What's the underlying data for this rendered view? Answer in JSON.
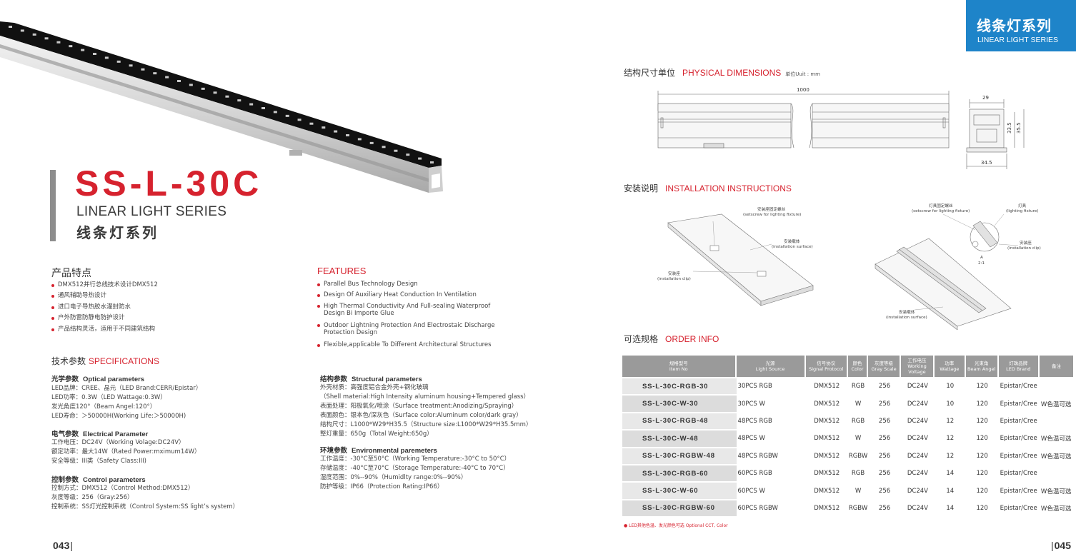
{
  "left_page": {
    "model": "SS-L-30C",
    "series_en": "LINEAR LIGHT SERIES",
    "series_cn": "线条灯系列",
    "features_cn": {
      "title": "产品特点",
      "items": [
        "DMX512并行总线技术设计DMX512",
        "通风辅助导热设计",
        "进口电子导热胶水灌封防水",
        "户外防雷防静电防护设计",
        "产品结构灵活，适用于不同建筑结构"
      ]
    },
    "features_en": {
      "title": "FEATURES",
      "items": [
        "Parallel Bus Technology Design",
        "Design Of Auxiliary Heat Conduction In Ventilation",
        "High Thermal Conductivity And Full-sealing Waterproof Design Bi Importe Glue",
        "Outdoor Lightning Protection And Electrostaic Discharge Protection Design",
        "Flexible,applicable To Different Architectural Structures"
      ]
    },
    "specs": {
      "title_cn": "技术参数",
      "title_en": "SPECIFICATIONS",
      "optical": {
        "title_cn": "光学参数",
        "title_en": "Optical parameters",
        "lines": [
          "LED品牌：CREE、晶元（LED Brand:CERR/Epistar）",
          "LED功率：0.3W（LED Wattage:0.3W）",
          "发光角度120°（Beam Angel:120°）",
          "LED寿命：＞50000H(Working Life:＞50000H)"
        ]
      },
      "electrical": {
        "title_cn": "电气参数",
        "title_en": "Electrical Parameter",
        "lines": [
          "工作电压：DC24V（Working Volage:DC24V）",
          "额定功率：最大14W（Rated Power:mximum14W）",
          "安全等级：III类（Safety Class:III)"
        ]
      },
      "control": {
        "title_cn": "控制参数",
        "title_en": "Control parameters",
        "lines": [
          "控制方式：DMX512（Control Method:DMX512）",
          "灰度等级：256（Gray:256）",
          "控制系统：SS灯光控制系统（Control System:SS light’s system）"
        ]
      },
      "structural": {
        "title_cn": "结构参数",
        "title_en": "Structural parameters",
        "lines": [
          "外壳材质：高强度铝合金外壳+钢化玻璃",
          "（Shell material:High Intensity aluminum housing+Tempered glass）",
          "表面处理：阳极氧化/喷涂（Surface treatment:Anodizing/Spraying）",
          "表面颜色：银本色/深灰色（Surface color:Aluminum color/dark gray）",
          "结构尺寸：L1000*W29*H35.5（Structure size:L1000*W29*H35.5mm）",
          "整灯重量：650g（Total Weight:650g）"
        ]
      },
      "environmental": {
        "title_cn": "环境参数",
        "title_en": "Environmental paremeters",
        "lines": [
          "工作温度：-30°C至50°C（Working Temperature:-30°C to 50°C）",
          "存储温度：-40°C至70°C（Storage Temperature:-40°C to 70°C）",
          "湿度范围：0%--90%（Humidlty range:0%--90%）",
          "防护等级：IP66（Protection Rating:IP66）"
        ]
      }
    },
    "page_number": "043"
  },
  "right_page": {
    "tag_cn": "线条灯系列",
    "tag_en": "LINEAR LIGHT SERIES",
    "dimensions": {
      "title_cn": "结构尺寸单位",
      "title_en": "PHYSICAL DIMENSIONS",
      "unit": "单位Uuit : mm",
      "length": "1000",
      "width": "29",
      "height_inner": "33.5",
      "height_outer": "35.5",
      "base_width": "34.5"
    },
    "installation": {
      "title_cn": "安装说明",
      "title_en": "INSTALLATION INSTRUCTIONS",
      "labels": {
        "setscrew_cn": "安装座固定螺丝",
        "setscrew_en": "(setscrew for lighting fixture)",
        "surface_cn": "安装载体",
        "surface_en": "(installation surface)",
        "clip_cn": "安装座",
        "clip_en": "(installation clip)",
        "screw2_cn": "灯具固定螺丝",
        "screw2_en": "(setscrew for lighting fixture)",
        "fixture_cn": "灯具",
        "fixture_en": "(lighting fixture)",
        "clip2_cn": "安装座",
        "clip2_en": "(installation clip)",
        "surface2_cn": "安装载体",
        "surface2_en": "(installation surface)",
        "detail_a": "A",
        "detail_scale": "2:1"
      }
    },
    "order": {
      "title_cn": "可选规格",
      "title_en": "ORDER INFO",
      "headers": [
        {
          "cn": "规格型号",
          "en": "Item No"
        },
        {
          "cn": "光源",
          "en": "Light Source"
        },
        {
          "cn": "信号协议",
          "en": "Signal Protocol"
        },
        {
          "cn": "颜色",
          "en": "Color"
        },
        {
          "cn": "灰度等级",
          "en": "Gray Scale"
        },
        {
          "cn": "工作电压",
          "en": "Working Voltage"
        },
        {
          "cn": "功率",
          "en": "Wattage"
        },
        {
          "cn": "光束角",
          "en": "Beam Angel"
        },
        {
          "cn": "灯珠品牌",
          "en": "LED Brand"
        },
        {
          "cn": "备注",
          "en": ""
        }
      ],
      "rows": [
        [
          "SS-L-30C-RGB-30",
          "30PCS RGB",
          "DMX512",
          "RGB",
          "256",
          "DC24V",
          "10",
          "120",
          "Epistar/Cree",
          ""
        ],
        [
          "SS-L-30C-W-30",
          "30PCS W",
          "DMX512",
          "W",
          "256",
          "DC24V",
          "10",
          "120",
          "Epistar/Cree",
          "W色温可选"
        ],
        [
          "SS-L-30C-RGB-48",
          "48PCS RGB",
          "DMX512",
          "RGB",
          "256",
          "DC24V",
          "12",
          "120",
          "Epistar/Cree",
          ""
        ],
        [
          "SS-L-30C-W-48",
          "48PCS W",
          "DMX512",
          "W",
          "256",
          "DC24V",
          "12",
          "120",
          "Epistar/Cree",
          "W色温可选"
        ],
        [
          "SS-L-30C-RGBW-48",
          "48PCS RGBW",
          "DMX512",
          "RGBW",
          "256",
          "DC24V",
          "12",
          "120",
          "Epistar/Cree",
          "W色温可选"
        ],
        [
          "SS-L-30C-RGB-60",
          "60PCS RGB",
          "DMX512",
          "RGB",
          "256",
          "DC24V",
          "14",
          "120",
          "Epistar/Cree",
          ""
        ],
        [
          "SS-L-30C-W-60",
          "60PCS W",
          "DMX512",
          "W",
          "256",
          "DC24V",
          "14",
          "120",
          "Epistar/Cree",
          "W色温可选"
        ],
        [
          "SS-L-30C-RGBW-60",
          "60PCS RGBW",
          "DMX512",
          "RGBW",
          "256",
          "DC24V",
          "14",
          "120",
          "Epistar/Cree",
          "W色温可选"
        ]
      ],
      "note": "LED其他色温、发光颜色可选 Optional CCT, Color"
    },
    "page_number": "045"
  }
}
